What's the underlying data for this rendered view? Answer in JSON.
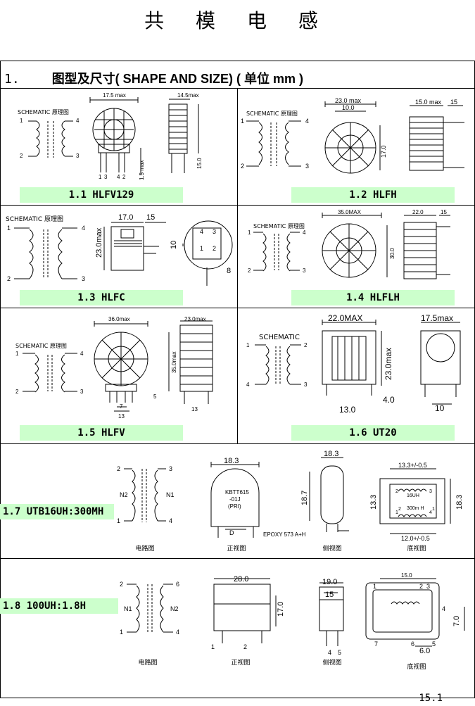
{
  "page": {
    "title": "共 模 电 感",
    "page_number": "15.1"
  },
  "section": {
    "number": "1.",
    "title": "图型及尺寸( SHAPE AND SIZE)  ( 单位 mm )"
  },
  "schematic_label": "SCHEMATIC 原理图",
  "schematic_short": "SCHEMATIC",
  "items": [
    {
      "label": "1.1 HLFV129",
      "dims": [
        "17.5 max",
        "14.5max",
        "15.0",
        "1.5 max"
      ],
      "pins": [
        "1",
        "4",
        "2",
        "3",
        "1",
        "3",
        "4",
        "2"
      ]
    },
    {
      "label": "1.2 HLFH",
      "dims": [
        "23.0 max",
        "10.0",
        "17.0",
        "15.0 max",
        "15"
      ],
      "pins": [
        "1",
        "4",
        "2",
        "3"
      ]
    },
    {
      "label": "1.3 HLFC",
      "dims": [
        "17.0",
        "15",
        "23.0max",
        "10",
        "8"
      ],
      "pins": [
        "1",
        "4",
        "2",
        "3",
        "4",
        "3",
        "1",
        "2"
      ]
    },
    {
      "label": "1.4 HLFLH",
      "dims": [
        "35.0MAX",
        "30.0",
        "22.0",
        "15"
      ],
      "pins": [
        "1",
        "4",
        "2",
        "3"
      ]
    },
    {
      "label": "1.5 HLFV",
      "dims": [
        "36.0max",
        "23.0max",
        "35.0max",
        "7",
        "13",
        "5",
        "13"
      ],
      "pins": [
        "1",
        "4",
        "2",
        "3"
      ]
    },
    {
      "label": "1.6 UT20",
      "dims": [
        "22.0MAX",
        "17.5max",
        "23.0max",
        "13.0",
        "4.0",
        "10"
      ],
      "pins": [
        "1",
        "2",
        "4",
        "3"
      ]
    },
    {
      "label": "1.7 UTB16UH:300MH",
      "dims": [
        "18.3",
        "18.3",
        "18.7",
        "13.3+/-0.5",
        "13.3",
        "18.3",
        "12.0+/-0.5",
        "D"
      ],
      "pins": [
        "2",
        "3",
        "1",
        "4",
        "N2",
        "N1",
        "2",
        "3",
        "4",
        "1",
        "2",
        "1",
        "16UH",
        "300m H"
      ],
      "marking": [
        "KBTT615",
        "-01J",
        "(PRI)"
      ],
      "epoxy": "EPOXY 573 A+H",
      "captions": [
        "电路图",
        "正视图",
        "侧视图",
        "底视图"
      ]
    },
    {
      "label": "1.8 100UH:1.8H",
      "dims": [
        "28.0",
        "17.0",
        "19.0",
        "15",
        "15.0",
        "7.0",
        "6.0"
      ],
      "pins": [
        "2",
        "6",
        "1",
        "4",
        "N1",
        "N2",
        "1",
        "2",
        "4",
        "5",
        "1",
        "2",
        "3",
        "4",
        "7",
        "6",
        "5"
      ],
      "captions": [
        "电路图",
        "正视图",
        "侧视图",
        "底视图"
      ]
    }
  ]
}
